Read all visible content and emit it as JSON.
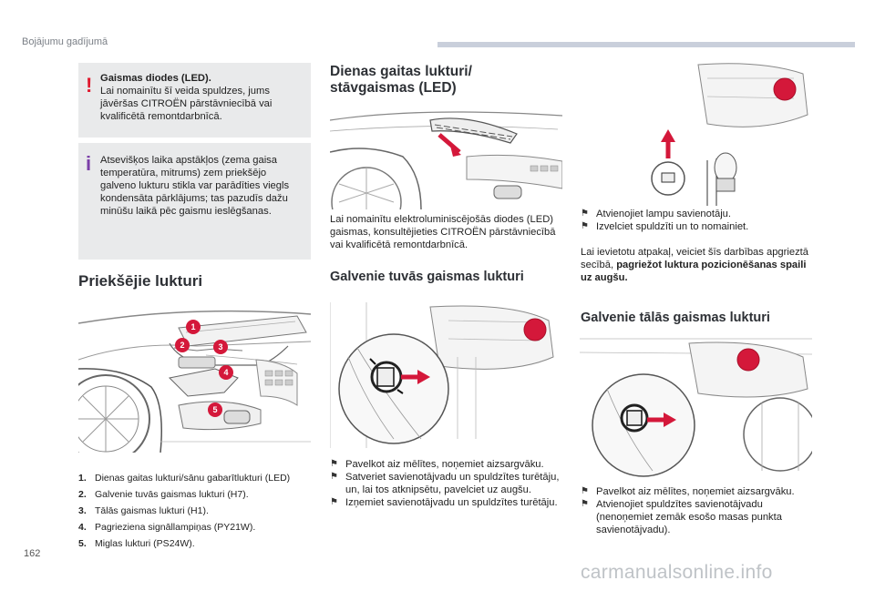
{
  "header": {
    "section": "Bojājumu gadījumā"
  },
  "warning_box": {
    "title": "Gaismas diodes (LED).",
    "body": "Lai nomainītu šī veida spuldzes, jums jāvēršas CITROËN pārstāvniecībā vai kvalificētā remontdarbnīcā."
  },
  "info_box": {
    "body": "Atsevišķos laika apstākļos (zema gaisa temperatūra, mitrums) zem priekšējo galveno lukturu stikla var parādīties viegls kondensāta pārklājums; tas pazudīs dažu minūšu laikā pēc gaismu ieslēgšanas."
  },
  "front_lights": {
    "title": "Priekšējie lukturi",
    "callouts": [
      "1",
      "2",
      "3",
      "4",
      "5"
    ],
    "legend": [
      {
        "num": "1.",
        "text": "Dienas gaitas lukturi/sānu gabarītlukturi (LED)"
      },
      {
        "num": "2.",
        "text": "Galvenie tuvās gaismas lukturi (H7)."
      },
      {
        "num": "3.",
        "text": "Tālās gaismas lukturi (H1)."
      },
      {
        "num": "4.",
        "text": "Pagrieziena signāllampiņas (PY21W)."
      },
      {
        "num": "5.",
        "text": "Miglas lukturi (PS24W)."
      }
    ]
  },
  "drl": {
    "title_line1": "Dienas gaitas lukturi/",
    "title_line2": "stāvgaismas (LED)",
    "body": "Lai nomainītu elektroluminiscējošās diodes (LED) gaismas, konsultējieties CITROËN pārstāvniecībā vai kvalificētā remontdarbnīcā."
  },
  "low_beam": {
    "title": "Galvenie tuvās gaismas lukturi",
    "steps": [
      "Pavelkot aiz mēlītes, noņemiet aizsargvāku.",
      "Satveriet savienotājvadu un spuldzītes turētāju, un, lai tos atknipsētu, pavelciet uz augšu.",
      "Izņemiet savienotājvadu un spuldzītes turētāju."
    ]
  },
  "bulb_replace": {
    "steps": [
      "Atvienojiet lampu savienotāju.",
      "Izvelciet spuldzīti un to nomainiet."
    ],
    "reinstall_text": "Lai ievietotu atpakaļ, veiciet šīs darbības apgrieztā secībā, ",
    "reinstall_bold": "pagriežot luktura pozicionēšanas spaili uz augšu."
  },
  "high_beam": {
    "title": "Galvenie tālās gaismas lukturi",
    "steps": [
      "Pavelkot aiz mēlītes, noņemiet aizsargvāku.",
      "Atvienojiet spuldzītes savienotājvadu (nenoņemiet zemāk esošo masas punkta savienotājvadu)."
    ]
  },
  "footer": {
    "page_number": "162",
    "watermark": "carmanualsonline.info"
  },
  "colors": {
    "accent_red": "#e0182d",
    "info_purple": "#7b3fa8",
    "box_gray": "#e9eaeb",
    "header_bar": "#c9cfdb"
  }
}
